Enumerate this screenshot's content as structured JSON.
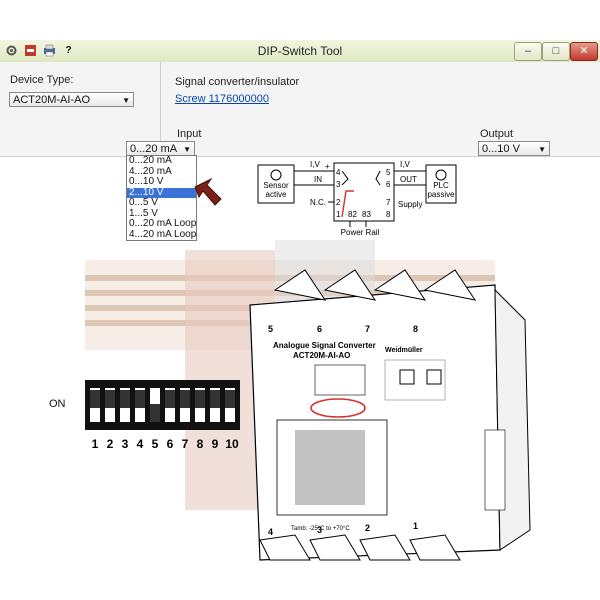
{
  "window": {
    "title": "DIP-Switch Tool",
    "controls": {
      "minimize": "–",
      "maximize": "□",
      "close": "✕"
    },
    "toolbar_icons": [
      "settings-icon",
      "pdf-icon",
      "print-icon",
      "help-icon"
    ],
    "help_label": "?"
  },
  "device": {
    "label": "Device Type:",
    "value": "ACT20M-AI-AO",
    "signal_label": "Signal converter/insulator",
    "link": "Screw 1176000000"
  },
  "input": {
    "label": "Input",
    "value": "0...20 mA",
    "options": [
      "0...20 mA",
      "4...20 mA",
      "0...10 V",
      "2...10 V",
      "0...5 V",
      "1...5 V",
      "0...20 mA Loop",
      "4...20 mA Loop"
    ],
    "selected_index": 3
  },
  "output": {
    "label": "Output",
    "value": "0...10 V"
  },
  "wiring": {
    "sensor_label": [
      "Sensor",
      "active"
    ],
    "plc_label": [
      "PLC",
      "passive"
    ],
    "iv_in": "I,V",
    "iv_out": "I,V",
    "in_label": "IN",
    "out_label": "OUT",
    "nc_label": "N.C.",
    "supply_label": "Supply",
    "power_rail_label": "Power Rail",
    "terminals": [
      "4",
      "3",
      "2",
      "1",
      "5",
      "6",
      "7",
      "8",
      "82",
      "83"
    ],
    "plus": "+",
    "minus": "–"
  },
  "device_image": {
    "title": "Analogue Signal Converter",
    "model": "ACT20M-AI-AO",
    "brand": "Weidmüller",
    "top_terminals": [
      "5",
      "6",
      "7",
      "8"
    ],
    "bottom_terminals": [
      "4",
      "3",
      "2",
      "1"
    ],
    "temp": "Tamb: -25°C to +70°C"
  },
  "dip_switch": {
    "on_label": "ON",
    "numbers": [
      "1",
      "2",
      "3",
      "4",
      "5",
      "6",
      "7",
      "8",
      "9",
      "10"
    ]
  },
  "colors": {
    "accent": "#0645ad",
    "arrow": "#7a1f1a",
    "highlight": "#d0342c",
    "selected": "#3a72d8"
  }
}
